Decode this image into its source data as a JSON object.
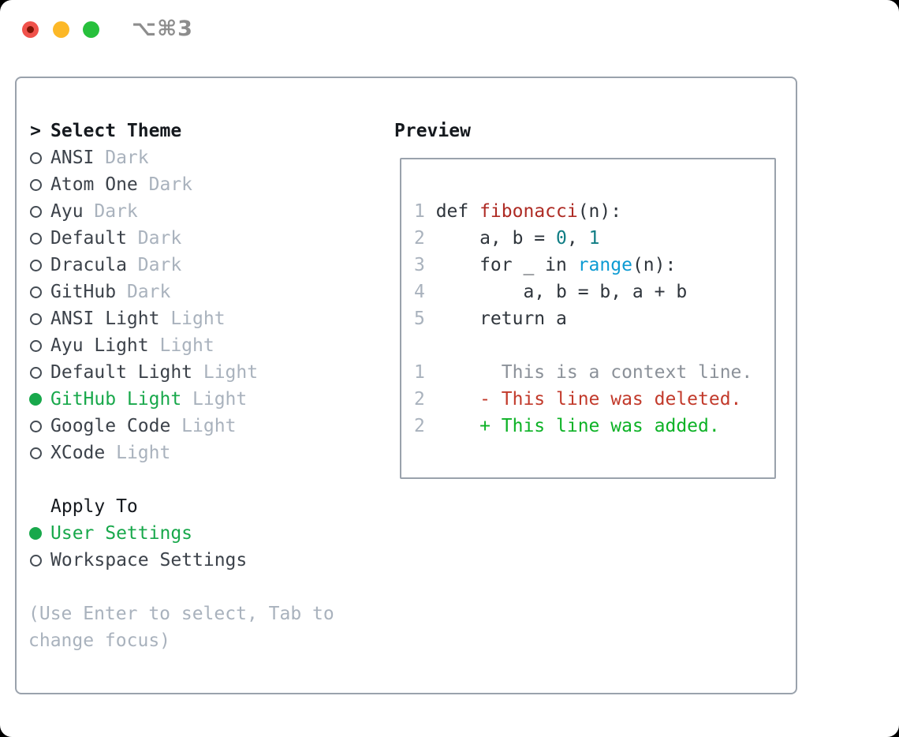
{
  "window": {
    "title": "⌥⌘3"
  },
  "theme_picker": {
    "header": {
      "prefix": ">",
      "label": "Select Theme"
    },
    "items": [
      {
        "label": "ANSI",
        "variant": "Dark",
        "selected": false
      },
      {
        "label": "Atom One",
        "variant": "Dark",
        "selected": false
      },
      {
        "label": "Ayu",
        "variant": "Dark",
        "selected": false
      },
      {
        "label": "Default",
        "variant": "Dark",
        "selected": false
      },
      {
        "label": "Dracula",
        "variant": "Dark",
        "selected": false
      },
      {
        "label": "GitHub",
        "variant": "Dark",
        "selected": false
      },
      {
        "label": "ANSI Light",
        "variant": "Light",
        "selected": false
      },
      {
        "label": "Ayu Light",
        "variant": "Light",
        "selected": false
      },
      {
        "label": "Default Light",
        "variant": "Light",
        "selected": false
      },
      {
        "label": "GitHub Light",
        "variant": "Light",
        "selected": true
      },
      {
        "label": "Google Code",
        "variant": "Light",
        "selected": false
      },
      {
        "label": "XCode",
        "variant": "Light",
        "selected": false
      }
    ],
    "apply_to": {
      "label": "Apply To",
      "options": [
        {
          "label": "User Settings",
          "selected": true
        },
        {
          "label": "Workspace Settings",
          "selected": false
        }
      ]
    },
    "hint": "(Use Enter to select, Tab to change focus)"
  },
  "preview": {
    "header": "Preview",
    "lines": [
      {
        "num": "1",
        "segments": [
          {
            "text": "def ",
            "style": "code"
          },
          {
            "text": "fibonacci",
            "style": "func"
          },
          {
            "text": "(n):",
            "style": "code"
          }
        ]
      },
      {
        "num": "2",
        "segments": [
          {
            "text": "    a, b = ",
            "style": "code"
          },
          {
            "text": "0",
            "style": "num"
          },
          {
            "text": ", ",
            "style": "code"
          },
          {
            "text": "1",
            "style": "num"
          }
        ]
      },
      {
        "num": "3",
        "segments": [
          {
            "text": "    for _ in ",
            "style": "code"
          },
          {
            "text": "range",
            "style": "builtin"
          },
          {
            "text": "(n):",
            "style": "code"
          }
        ]
      },
      {
        "num": "4",
        "segments": [
          {
            "text": "        a, b = b, a + b",
            "style": "code"
          }
        ]
      },
      {
        "num": "5",
        "segments": [
          {
            "text": "    return a",
            "style": "code"
          }
        ]
      },
      {
        "num": "",
        "segments": []
      },
      {
        "num": "1",
        "segments": [
          {
            "text": "      This is a context line.",
            "style": "ctx"
          }
        ]
      },
      {
        "num": "2",
        "segments": [
          {
            "text": "    - This line was deleted.",
            "style": "del"
          }
        ]
      },
      {
        "num": "2",
        "segments": [
          {
            "text": "    + This line was added.",
            "style": "add"
          }
        ]
      }
    ]
  },
  "colors": {
    "selected_green": "#18a84b",
    "added_green": "#0db226",
    "deleted_red": "#c23a2b",
    "function_red": "#ae2b24",
    "number_teal": "#0f7d84",
    "builtin_blue": "#0d9bd3",
    "border_gray": "#9aa2ac",
    "muted_gray": "#a9b2bd",
    "text_dark": "#3c424a"
  }
}
